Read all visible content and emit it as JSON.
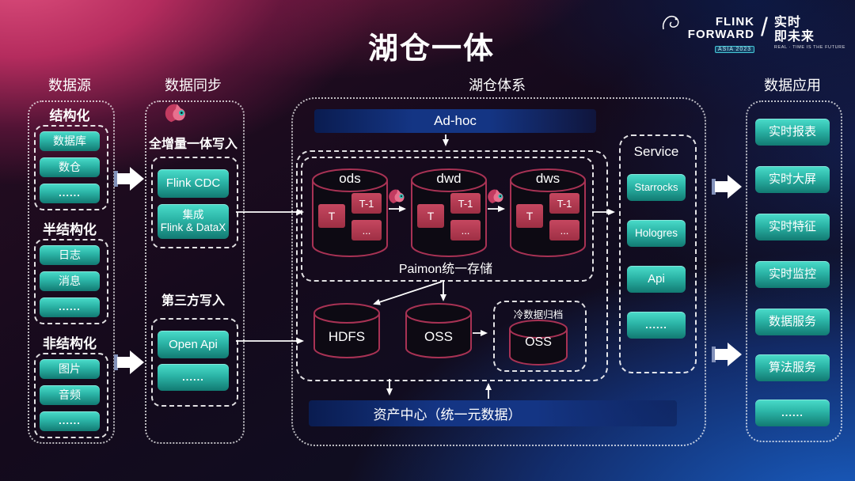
{
  "title": "湖仓一体",
  "logo": {
    "brand_line1": "FLINK",
    "brand_line2": "FORWARD",
    "badge": "ASIA 2023",
    "divider": "/",
    "slogan_line1": "实时",
    "slogan_line2": "即未来",
    "slogan_sub": "REAL · TIME IS THE FUTURE"
  },
  "headers": {
    "sources": "数据源",
    "sync": "数据同步",
    "lakehouse": "湖仓体系",
    "apps": "数据应用"
  },
  "sources": {
    "groups": [
      {
        "label": "结构化",
        "items": [
          "数据库",
          "数仓",
          "......"
        ]
      },
      {
        "label": "半结构化",
        "items": [
          "日志",
          "消息",
          "......"
        ]
      },
      {
        "label": "非结构化",
        "items": [
          "图片",
          "音频",
          "......"
        ]
      }
    ]
  },
  "sync": {
    "writer1_label": "全增量一体写入",
    "writer1_items": [
      "Flink CDC",
      "集成\nFlink & DataX"
    ],
    "writer2_label": "第三方写入",
    "writer2_items": [
      "Open Api",
      "......"
    ]
  },
  "lakehouse": {
    "adhoc_label": "Ad-hoc",
    "cylinders": [
      {
        "name": "ods",
        "t": "T",
        "t1": "T-1",
        "dots": "..."
      },
      {
        "name": "dwd",
        "t": "T",
        "t1": "T-1",
        "dots": "..."
      },
      {
        "name": "dws",
        "t": "T",
        "t1": "T-1",
        "dots": "..."
      }
    ],
    "paimon_label": "Paimon统一存储",
    "hdfs_label": "HDFS",
    "oss_label": "OSS",
    "cold_archive_label": "冷数据归档",
    "cold_oss_label": "OSS",
    "asset_center_label": "资产中心（统一元数据）",
    "service": {
      "title": "Service",
      "items": [
        "Starrocks",
        "Hologres",
        "Api",
        "......"
      ]
    }
  },
  "apps": {
    "items": [
      "实时报表",
      "实时大屏",
      "实时特征",
      "实时监控",
      "数据服务",
      "算法服务",
      "......"
    ]
  },
  "icons": {
    "squirrel": "flink-squirrel-icon",
    "block_arrow": "flow-arrow-icon"
  },
  "colors": {
    "teal_top": "#4adcca",
    "teal_bottom": "#127a72",
    "cylinder_stroke": "#a83254",
    "red_box": "#bb3a52",
    "navy_bar": "#143584",
    "bg_pink": "#d94f7c",
    "bg_blue": "#1a61c8"
  }
}
